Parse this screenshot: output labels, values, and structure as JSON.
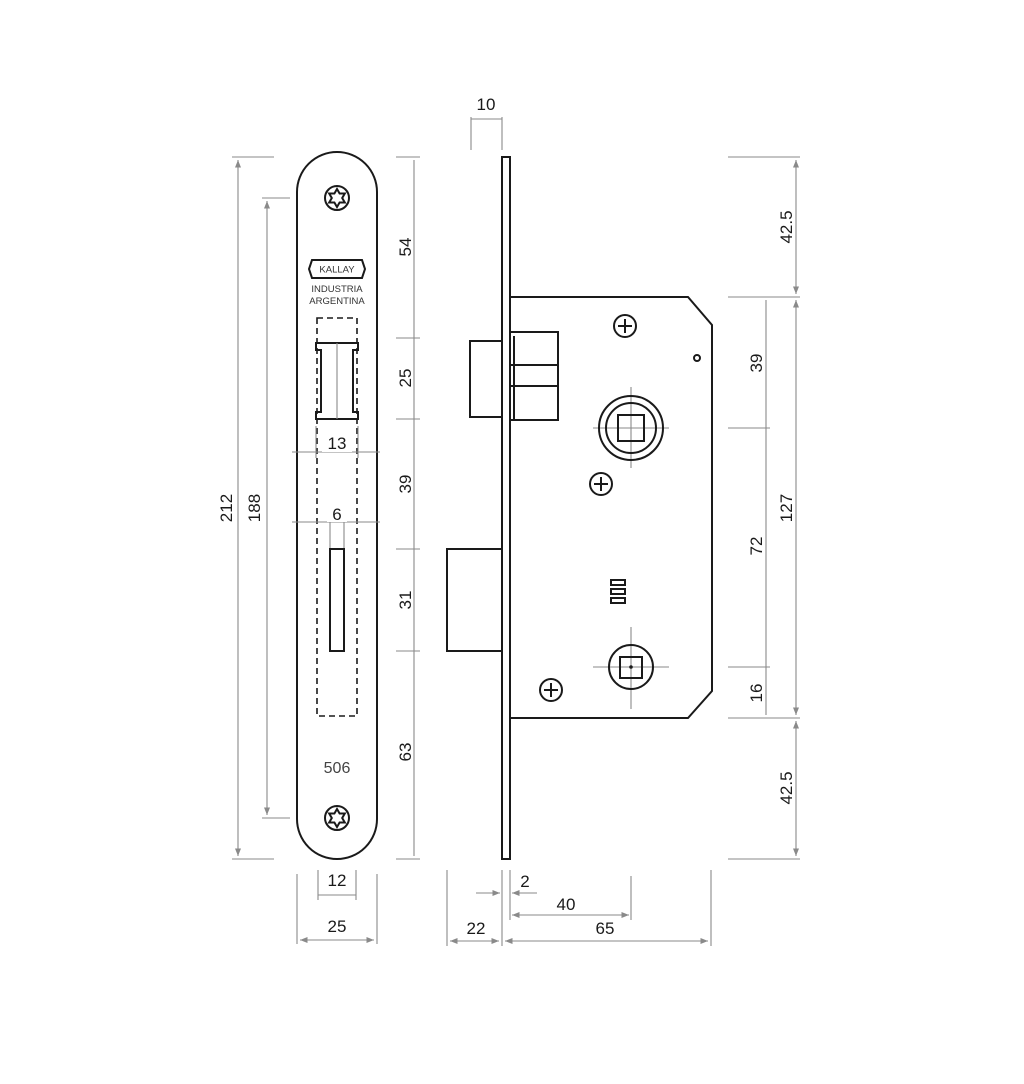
{
  "brand": {
    "logo": "KALLAY",
    "line1": "INDUSTRIA",
    "line2": "ARGENTINA"
  },
  "model_number": "506",
  "front_view": {
    "overall_height": "212",
    "screw_spacing": "188",
    "faceplate_width": "25",
    "inner_width": "12",
    "latch_width": "13",
    "bolt_width": "6",
    "segments": [
      "54",
      "25",
      "39",
      "31",
      "63"
    ]
  },
  "side_view": {
    "faceplate_thickness": "10",
    "latch_gap": "2",
    "bolt_projection": "22",
    "backset": "40",
    "case_depth": "65",
    "right_outer": [
      "42.5",
      "42.5"
    ],
    "right_total": "127",
    "right_inner": [
      "39",
      "72",
      "16"
    ]
  },
  "icons": [
    "screw-icon",
    "spindle-icon",
    "key-hole-icon"
  ]
}
